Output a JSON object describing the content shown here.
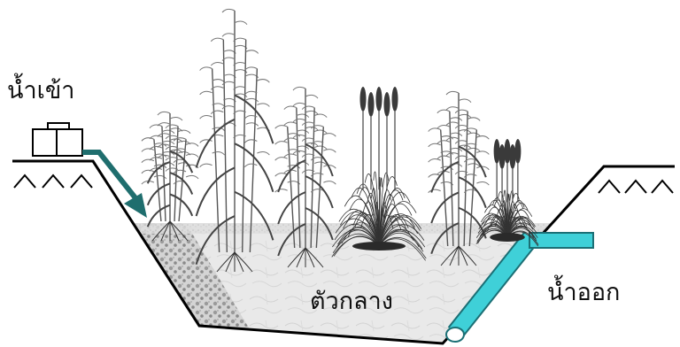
{
  "labels": {
    "inlet": "น้ำเข้า",
    "outlet": "น้ำออก",
    "medium": "ตัวกลาง"
  },
  "colors": {
    "inlet_arrow": "#1f6e6e",
    "outlet_pipe": "#3fd0d8",
    "gravel": "#9a9a9a",
    "media": "#e6e6e6",
    "ground_line": "#000000"
  },
  "plants": [
    {
      "kind": "reed"
    },
    {
      "kind": "reed"
    },
    {
      "kind": "reed"
    },
    {
      "kind": "cattail-bush"
    },
    {
      "kind": "reed"
    },
    {
      "kind": "cattail-bush"
    }
  ]
}
